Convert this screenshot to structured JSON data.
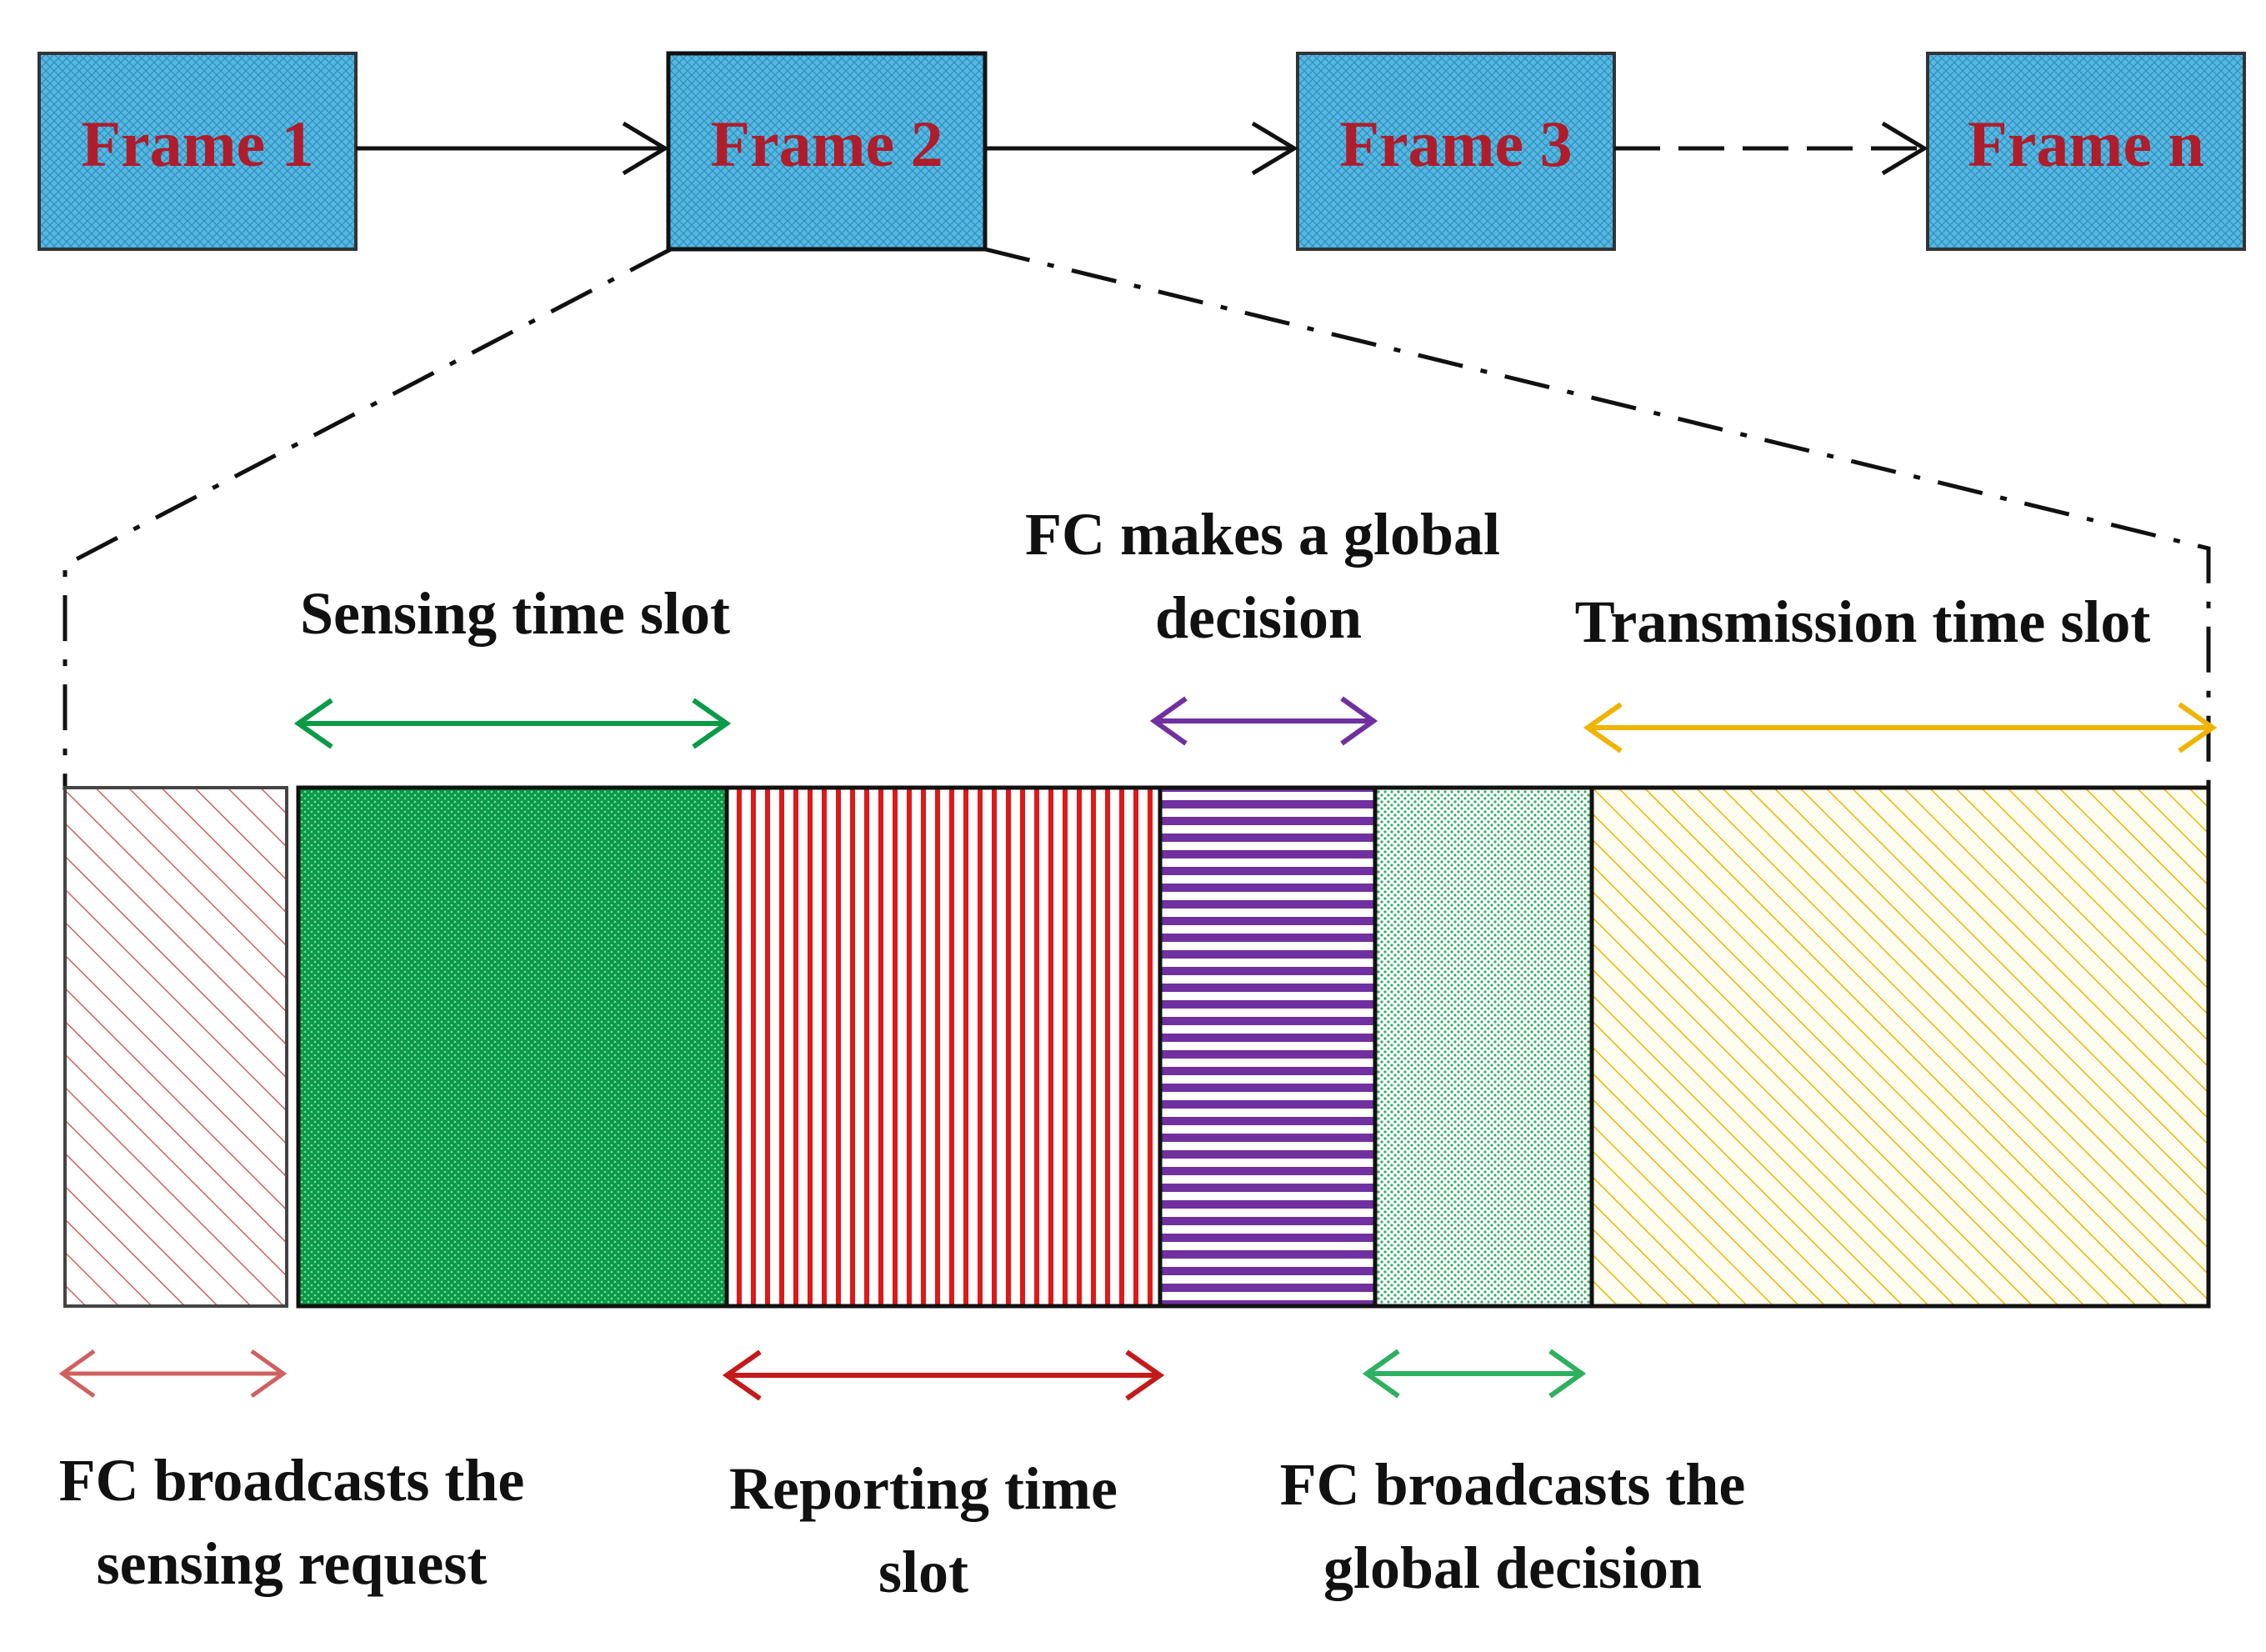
{
  "frames": [
    {
      "label": "Frame 1"
    },
    {
      "label": "Frame 2"
    },
    {
      "label": "Frame 3"
    },
    {
      "label": "Frame n"
    }
  ],
  "labels": {
    "sensing_slot": "Sensing time slot",
    "global_decision_line1": "FC makes a global",
    "global_decision_line2": "decision",
    "transmission_slot": "Transmission time slot",
    "broadcast_request_line1": "FC broadcasts the",
    "broadcast_request_line2": "sensing request",
    "reporting_slot_line1": "Reporting time",
    "reporting_slot_line2": "slot",
    "broadcast_decision_line1": "FC broadcasts the",
    "broadcast_decision_line2": "global decision"
  },
  "colors": {
    "frame_fill": "#56b8e0",
    "frame_text": "#b01c2a",
    "request_red": "#d06060",
    "sensing_green": "#0a9a48",
    "reporting_red": "#e01818",
    "decision_purple": "#7030a0",
    "broadcast_green": "#2db060",
    "transmission_yellow": "#f0b400"
  }
}
